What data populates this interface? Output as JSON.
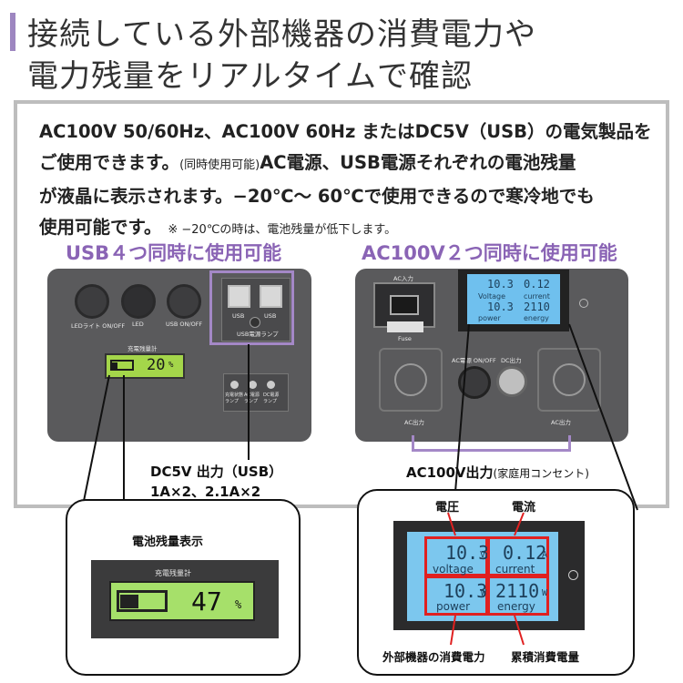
{
  "title": {
    "line1": "接続している外部機器の消費電力や",
    "line2": "電力残量をリアルタイムで確認"
  },
  "description": {
    "line1": "AC100V 50/60Hz、AC100V 60Hz またはDC5V（USB）の電気製品を",
    "line2a": "ご使用できます。",
    "line2b": "(同時使用可能)",
    "line2c": "AC電源、USB電源それぞれの電池残量",
    "line3": "が液晶に表示されます。−20℃～ 60℃で使用できるので寒冷地でも",
    "line4a": "使用可能です。",
    "line4b": "※ −20℃の時は、電池残量が低下します。"
  },
  "left_panel": {
    "heading": "USB４つ同時に使用可能",
    "knob_labels": [
      "LEDライト ON/OFF",
      "LED",
      "USB ON/OFF"
    ],
    "charge_label": "充電残量計",
    "charge_percent": "20",
    "usb_labels": [
      "USB",
      "USB"
    ],
    "usb_lamp": "USB電源ランプ",
    "lamp_labels": [
      "充電状態ランプ",
      "AC電源ランプ",
      "DC電源ランプ"
    ],
    "output_label_line1": "DC5V 出力（USB）",
    "output_label_line2": "1A×2、2.1A×2"
  },
  "right_panel": {
    "heading": "AC100V２つ同時に使用可能",
    "ac_input": "AC入力",
    "fuse": "Fuse",
    "lcd_voltage_value": "10.3",
    "lcd_current_value": "0.12",
    "lcd_power_value": "10.3",
    "lcd_energy_value": "2110",
    "lcd_voltage": "Voltage",
    "lcd_current": "current",
    "lcd_power": "power",
    "lcd_energy": "energy",
    "ac_switch": "AC電源 ON/OFF",
    "dc_output": "DC出力",
    "ac_output_left": "AC出力",
    "ac_output_right": "AC出力",
    "output_label": "AC100V出力",
    "output_note": "(家庭用コンセント)"
  },
  "battery_callout": {
    "title": "電池残量表示",
    "display_label": "充電残量計",
    "percent": "47",
    "percent_unit": "%"
  },
  "meter_callout": {
    "label_voltage": "電圧",
    "label_current": "電流",
    "label_power": "外部機器の消費電力",
    "label_energy": "累積消費電量",
    "voltage_value": "10.3",
    "voltage_unit": "V",
    "voltage_word": "voltage",
    "current_value": "0.12",
    "current_unit": "A",
    "current_word": "current",
    "power_value": "10.3",
    "power_unit": "W",
    "power_word": "power",
    "energy_value": "2110",
    "energy_unit": "W",
    "energy_word": "energy"
  }
}
